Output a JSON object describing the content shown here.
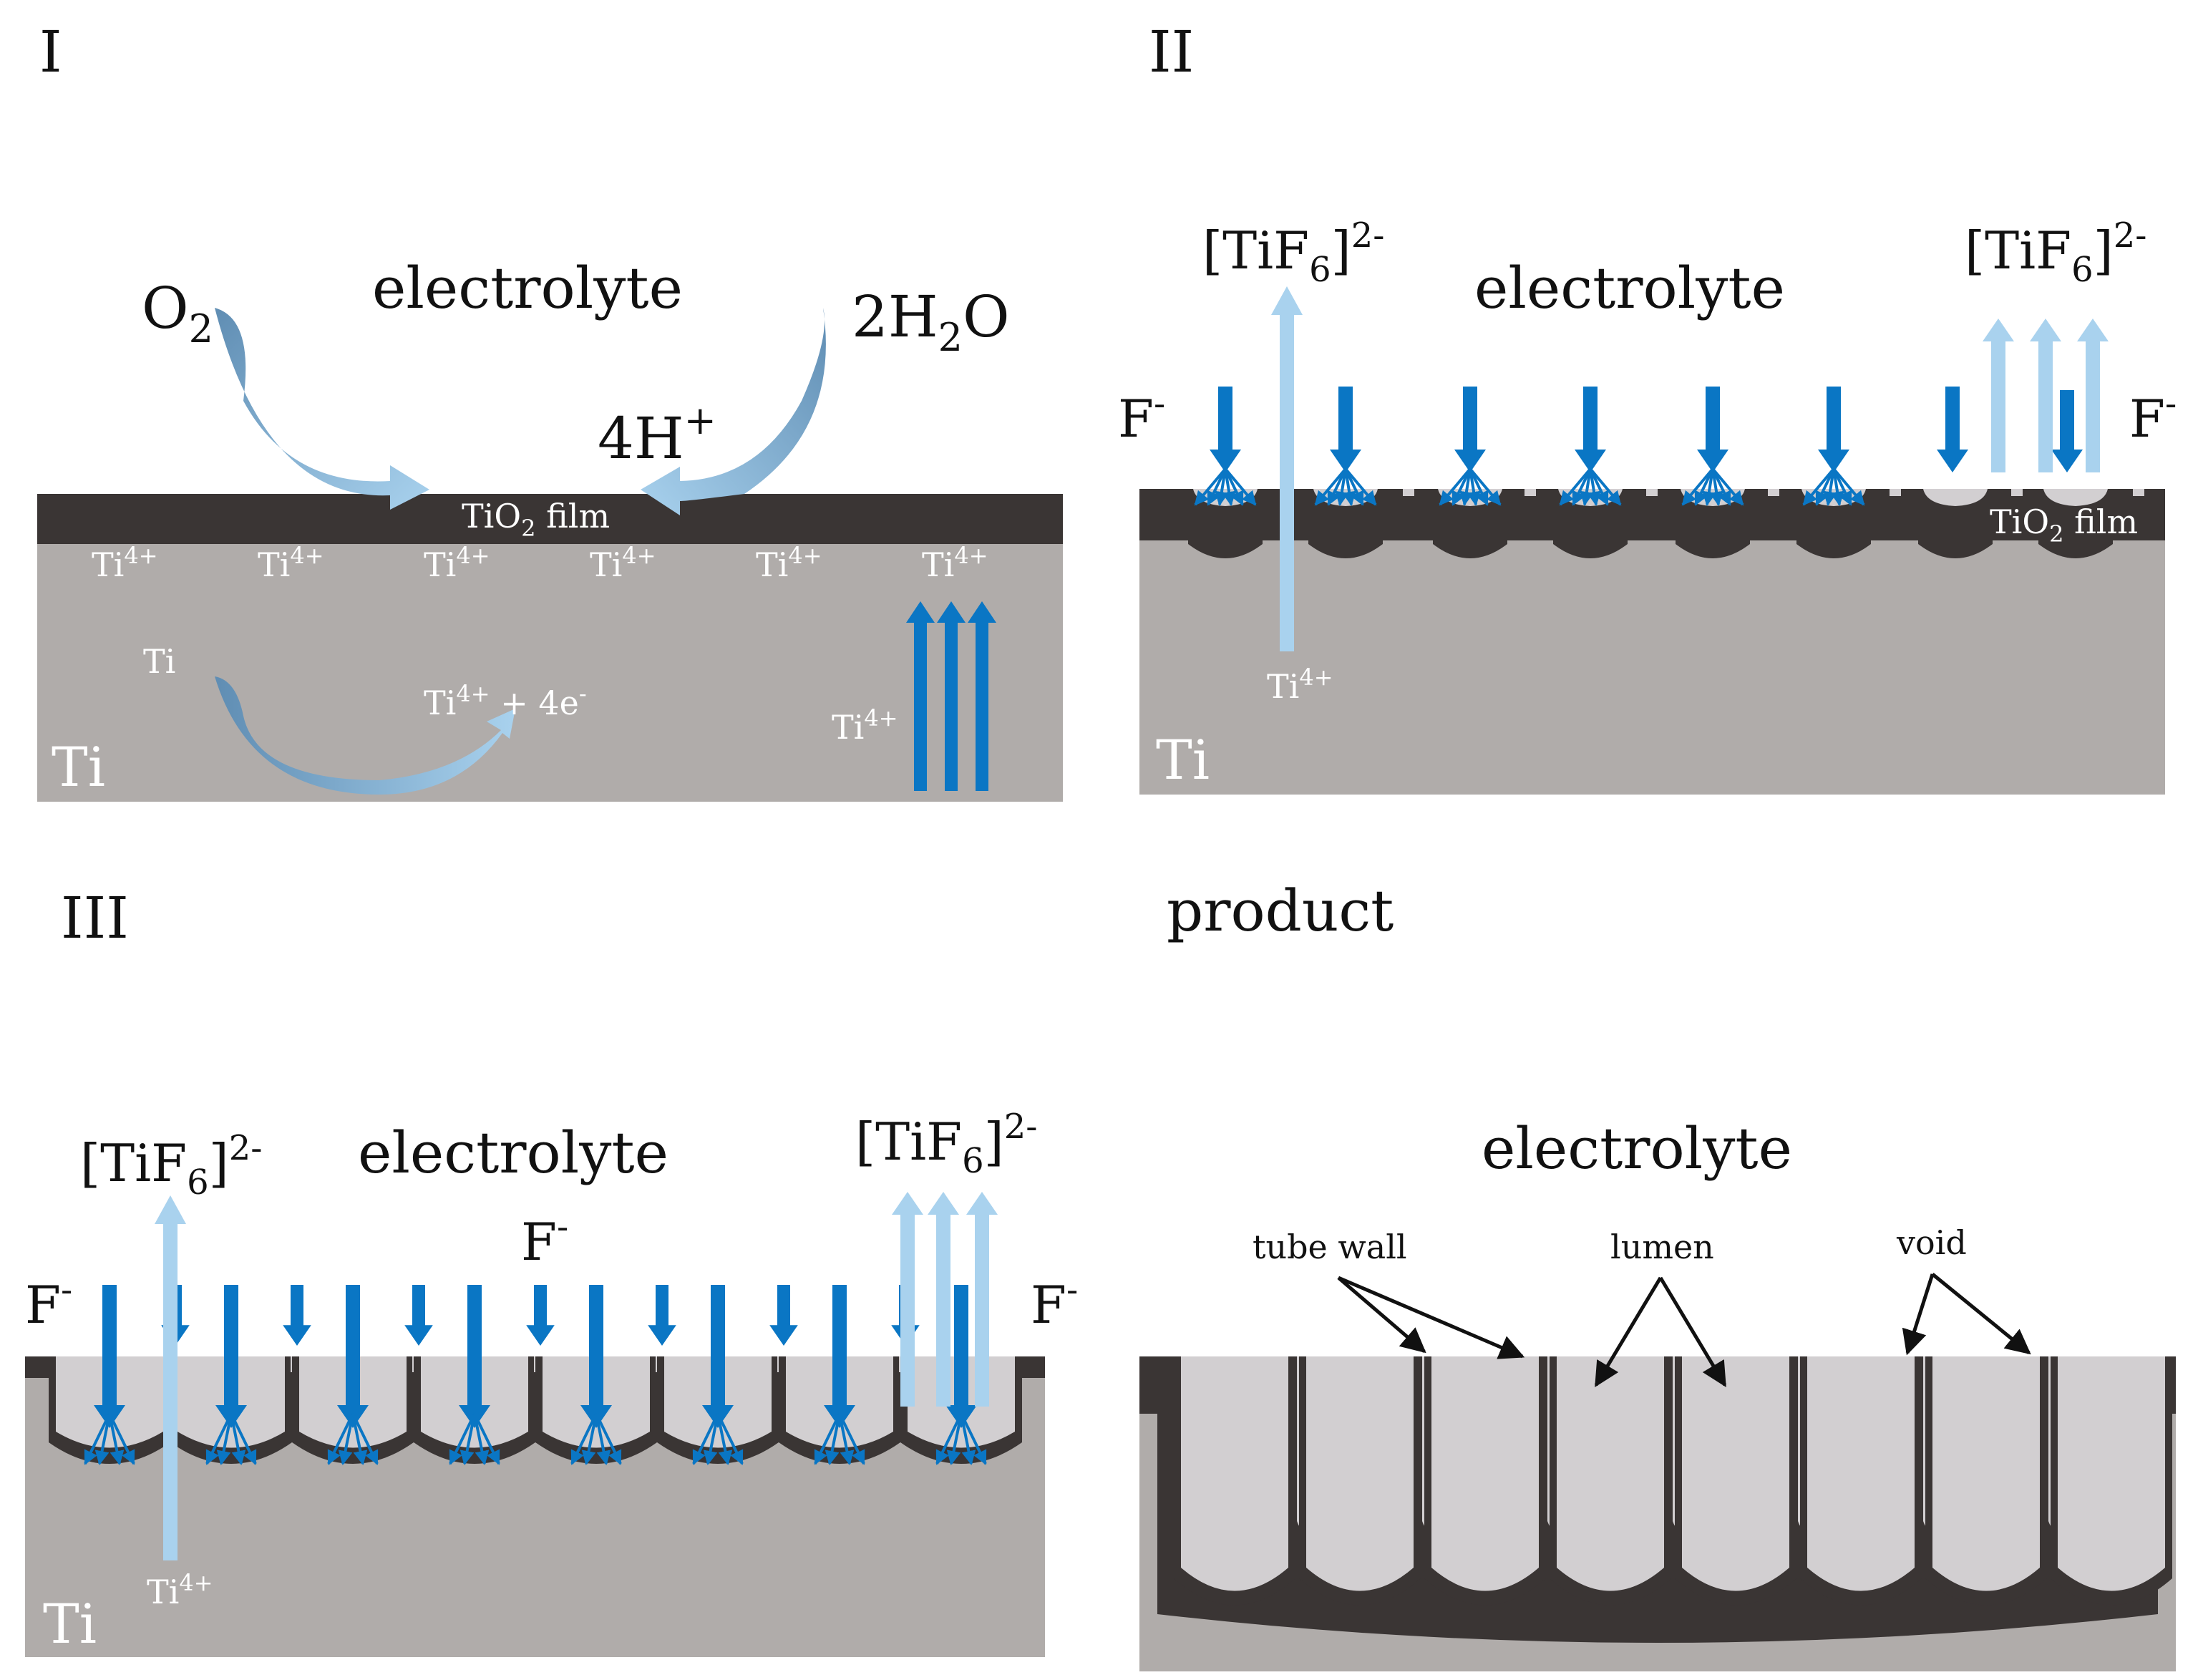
{
  "panels": {
    "p1": {
      "label": "I",
      "electrolyte": "electrolyte",
      "o2": {
        "main": "O",
        "sub": "2"
      },
      "h2o": {
        "pre": "2H",
        "sub": "2",
        "post": "O"
      },
      "h_plus": {
        "main": "4H",
        "sup": "+"
      },
      "film": {
        "pre": "TiO",
        "sub": "2",
        "post": " film"
      },
      "ti_ion": {
        "main": "Ti",
        "sup": "4+"
      },
      "ti_ions_row": 6,
      "ti": "Ti",
      "reaction": {
        "main": "Ti",
        "sup": "4+",
        "post": " + 4e",
        "sup2": "-"
      },
      "metal": "Ti"
    },
    "p2": {
      "label": "II",
      "electrolyte": "electrolyte",
      "tif6": {
        "pre": "[TiF",
        "sub": "6",
        "post": "]",
        "sup": "2-"
      },
      "f_ion": {
        "main": "F",
        "sup": "-"
      },
      "film": {
        "pre": "TiO",
        "sub": "2",
        "post": " film"
      },
      "ti_ion": {
        "main": "Ti",
        "sup": "4+"
      },
      "metal": "Ti"
    },
    "p3": {
      "label": "III",
      "electrolyte": "electrolyte",
      "tif6": {
        "pre": "[TiF",
        "sub": "6",
        "post": "]",
        "sup": "2-"
      },
      "f_ion": {
        "main": "F",
        "sup": "-"
      },
      "ti_ion": {
        "main": "Ti",
        "sup": "4+"
      },
      "metal": "Ti"
    },
    "p4": {
      "label": "product",
      "electrolyte": "electrolyte",
      "callouts": {
        "tube_wall": "tube wall",
        "lumen": "lumen",
        "void": "void"
      }
    }
  },
  "colors": {
    "metal": "#b0acaa",
    "oxide": "#3a3534",
    "pore": "#d2cfd1",
    "arrow_dark": "#0a76c4",
    "arrow_light": "#a9d2ee",
    "curve_arrow": "#6f9fc4"
  }
}
